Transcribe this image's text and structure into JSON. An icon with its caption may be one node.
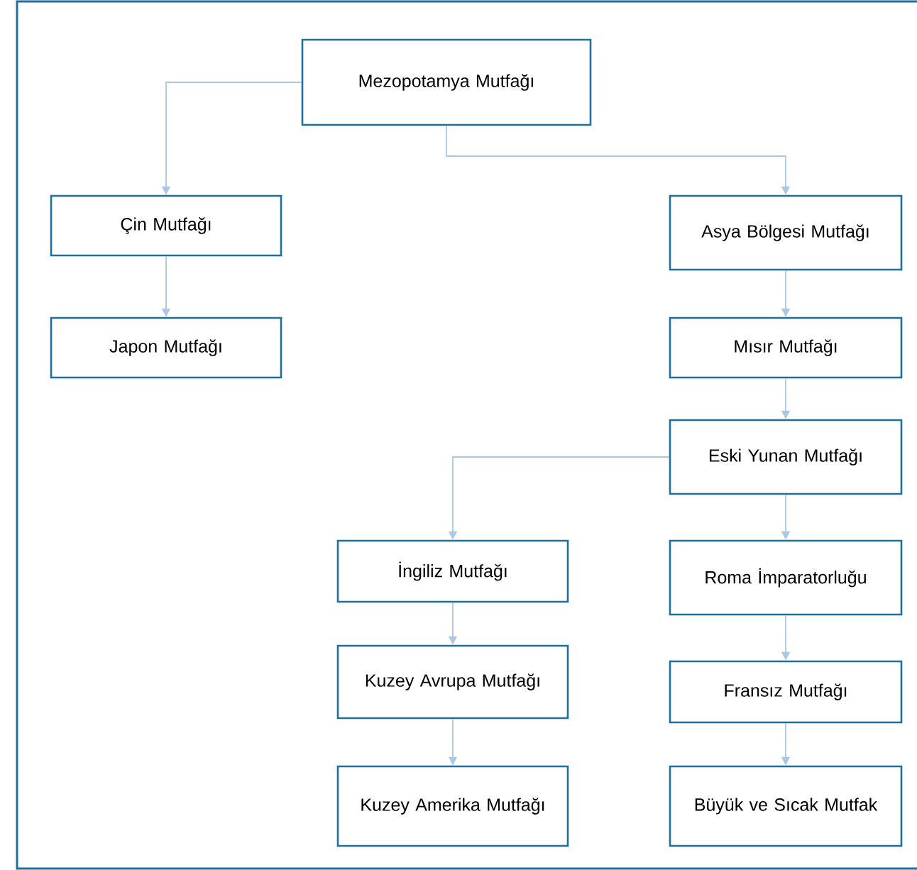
{
  "diagram": {
    "nodes": [
      {
        "text": [
          "Mezopotamya Mutfağı"
        ]
      },
      {
        "text": [
          "Çin Mutfağı"
        ]
      },
      {
        "text": [
          "Asya Bölgesi Mutfağı"
        ]
      },
      {
        "text": [
          "Japon Mutfağı"
        ]
      },
      {
        "text": [
          "Mısır Mutfağı"
        ]
      },
      {
        "text": [
          "Eski Yunan Mutfağı"
        ]
      },
      {
        "text": [
          "İngiliz Mutfağı"
        ]
      },
      {
        "text": [
          "Roma İmparatorluğu"
        ]
      },
      {
        "text": [
          "Kuzey Avrupa Mutfağı"
        ]
      },
      {
        "text": [
          "Fransız Mutfağı"
        ]
      },
      {
        "text": [
          "Kuzey Amerika Mutfağı"
        ]
      },
      {
        "text": [
          "Büyük ve Sıcak Mutfak"
        ]
      }
    ],
    "edges": [
      {
        "from": 0,
        "to": 1,
        "arrow": "to"
      },
      {
        "from": 0,
        "to": 2,
        "arrow": "to"
      },
      {
        "from": 1,
        "to": 3,
        "arrow": "to"
      },
      {
        "from": 2,
        "to": 4,
        "arrow": "to"
      },
      {
        "from": 4,
        "to": 5,
        "arrow": "to"
      },
      {
        "from": 5,
        "to": 6,
        "arrow": "to"
      },
      {
        "from": 5,
        "to": 7,
        "arrow": "to"
      },
      {
        "from": 6,
        "to": 8,
        "arrow": "to"
      },
      {
        "from": 7,
        "to": 9,
        "arrow": "to"
      },
      {
        "from": 8,
        "to": 10,
        "arrow": "to"
      },
      {
        "from": 9,
        "to": 11,
        "arrow": "to"
      }
    ]
  }
}
